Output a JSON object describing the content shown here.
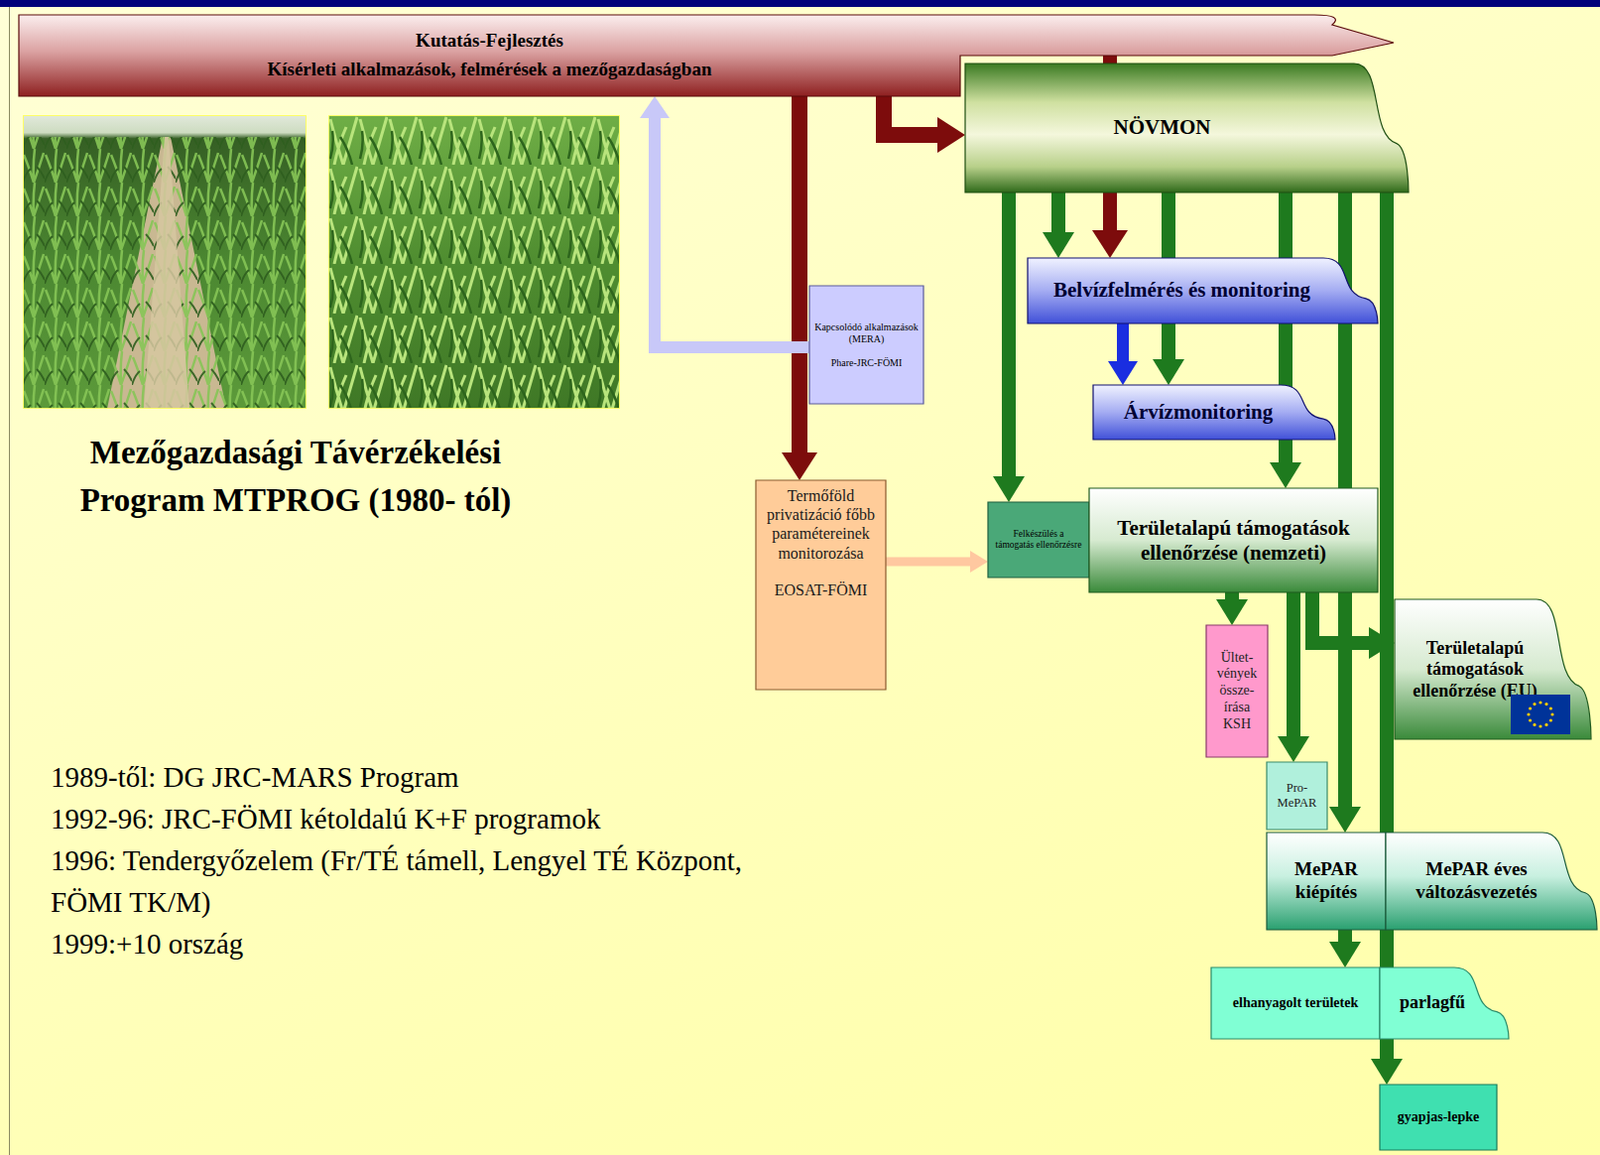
{
  "diagram": {
    "title": "Mezőgazdasági Távérzékelési Program MTPROG (1980- tól)",
    "nodes": [
      {
        "text": [
          "Kutatás-Fejlesztés",
          "Kísérleti alkalmazások, felmérések a mezőgazdaságban"
        ]
      },
      {
        "text": [
          "NÖVMON"
        ]
      },
      {
        "text": [
          "Kapcsolódó alkalmazások (MERA)",
          "Phare-JRC-FÖMI"
        ]
      },
      {
        "text": [
          "Belvízfelmérés és monitoring"
        ]
      },
      {
        "text": [
          "Árvízmonitoring"
        ]
      },
      {
        "text": [
          "Termőföld privatizáció főbb paramétereinek monitorozása",
          "EOSAT-FÖMI"
        ]
      },
      {
        "text": [
          "Felkészülés a támogatás ellenőrzésre"
        ]
      },
      {
        "text": [
          "Területalapú támogatások ellenőrzése (nemzeti)"
        ]
      },
      {
        "text": [
          "Ültet- vények össze- írása KSH"
        ]
      },
      {
        "text": [
          "Területalapú támogatások ellenőrzése (EU)"
        ]
      },
      {
        "text": [
          "Pro-MePAR"
        ]
      },
      {
        "text": [
          "MePAR kiépítés"
        ]
      },
      {
        "text": [
          "MePAR éves változásvezetés"
        ]
      },
      {
        "text": [
          "elhanyagolt területek"
        ]
      },
      {
        "text": [
          "parlagfű"
        ]
      },
      {
        "text": [
          "gyapjas-lepke"
        ]
      }
    ],
    "edges": [
      {
        "from": 0,
        "to": 1,
        "arrow": "to"
      },
      {
        "from": 0,
        "to": 3,
        "arrow": "to"
      },
      {
        "from": 0,
        "to": 5,
        "arrow": "to"
      },
      {
        "from": 2,
        "to": 0,
        "arrow": "to"
      },
      {
        "from": 5,
        "to": 6,
        "arrow": "to"
      },
      {
        "from": 1,
        "to": 6,
        "arrow": "to"
      },
      {
        "from": 1,
        "to": 3,
        "arrow": "to"
      },
      {
        "from": 1,
        "to": 4,
        "arrow": "to"
      },
      {
        "from": 3,
        "to": 4,
        "arrow": "to"
      },
      {
        "from": 1,
        "to": 7,
        "arrow": "to"
      },
      {
        "from": 7,
        "to": 8,
        "arrow": "to"
      },
      {
        "from": 7,
        "to": 10,
        "arrow": "to"
      },
      {
        "from": 7,
        "to": 9,
        "arrow": "to"
      },
      {
        "from": 1,
        "to": 11,
        "arrow": "to"
      },
      {
        "from": 11,
        "to": 13,
        "arrow": "to"
      },
      {
        "from": 1,
        "to": 15,
        "arrow": "to"
      }
    ],
    "labels": [
      "1989-től: DG JRC-MARS Program",
      "1992-96: JRC-FÖMI kétoldalú K+F programok",
      "1996: Tendergyőzelem (Fr/TÉ támell, Lengyel TÉ Központ, FÖMI TK/M)",
      "1999:+10 ország"
    ]
  }
}
